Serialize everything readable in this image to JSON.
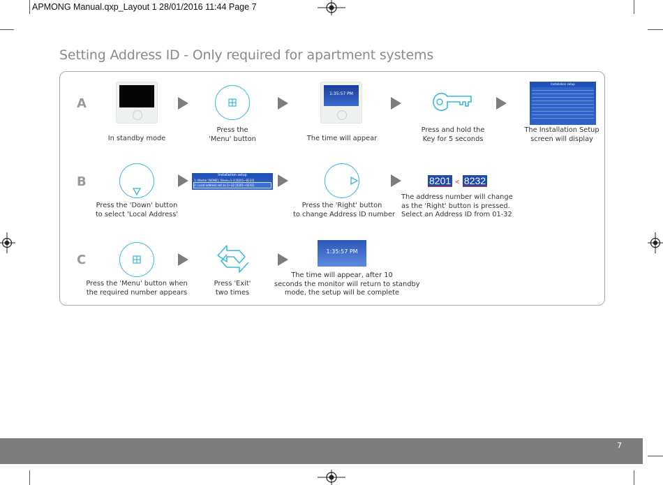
{
  "slug": "APMONG Manual.qxp_Layout 1  28/01/2016  11:44  Page 7",
  "title": "Setting Address ID - Only required for apartment systems",
  "rows": {
    "A": "A",
    "B": "B",
    "C": "C"
  },
  "steps": {
    "a1": {
      "line1": "In standby mode",
      "line2": ""
    },
    "a2": {
      "line1": "Press the",
      "line2": "'Menu' button"
    },
    "a3": {
      "line1": "The time will appear",
      "line2": ""
    },
    "a4": {
      "line1": "Press and hold the",
      "line2": "Key for 5 seconds"
    },
    "a5": {
      "line1": "The Installation Setup",
      "line2": "screen will display"
    },
    "b1": {
      "line1": "Press the 'Down' button",
      "line2": "to select 'Local Address'"
    },
    "b3": {
      "line1": "Press the 'Right' button",
      "line2": "to change Address ID number"
    },
    "b4": {
      "line1": "The address number will change",
      "line2": "as the 'Right' button is pressed.",
      "line3": "Select an Address ID  from 01-32"
    },
    "c1": {
      "line1": "Press the 'Menu' button when",
      "line2": "the required number appears"
    },
    "c2": {
      "line1": "Press 'Exit'",
      "line2": "two times"
    },
    "c3": {
      "line1": "The time will appear, after 10",
      "line2": "seconds the monitor will return to standby",
      "line3": "mode, the setup will be complete"
    }
  },
  "screens": {
    "clock": "1:35:57 PM",
    "setup_title": "Installation setup",
    "menu_row1": "1:  Master [NONE], Slave=1-3 [8201~8233]",
    "menu_row2": "2:  Local address set as 1~32 [0201~0232]"
  },
  "address": {
    "from": "8201",
    "sep": "<",
    "to": "8232"
  },
  "page_number": "7",
  "colors": {
    "accent": "#35b7d8",
    "screen_blue": "#1f4fb3",
    "arrow": "#7d7d7d",
    "footer_bar": "#7d7d7d"
  },
  "icons": {
    "menu": "menu-grid-icon",
    "down": "down-triangle-icon",
    "right": "right-triangle-icon",
    "key": "key-icon",
    "exit": "exit-arrows-icon",
    "reg": "registration-mark-icon"
  }
}
